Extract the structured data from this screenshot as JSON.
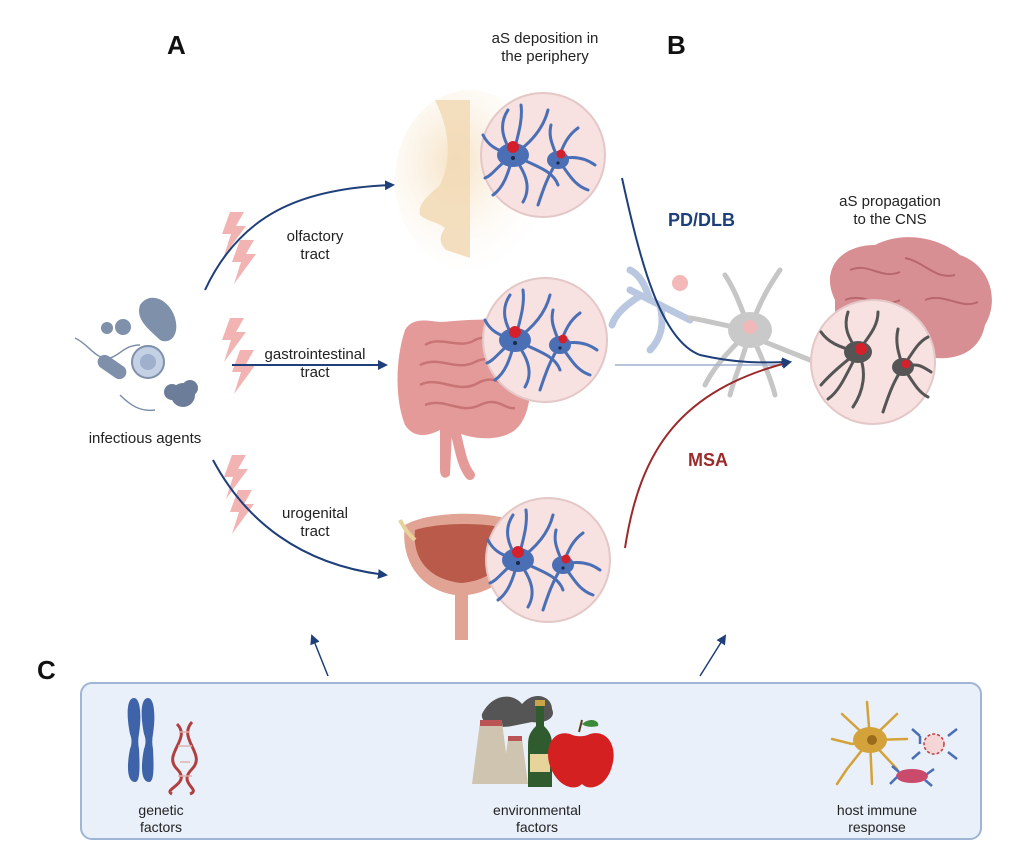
{
  "panels": {
    "a": "A",
    "b": "B",
    "c": "C"
  },
  "header_deposition": [
    "aS deposition in",
    "the periphery"
  ],
  "header_propagation": [
    "aS propagation",
    "to the CNS"
  ],
  "infectious": "infectious agents",
  "tracts": {
    "olfactory": [
      "olfactory",
      "tract"
    ],
    "gastro": [
      "gastrointestinal",
      "tract"
    ],
    "urogenital": [
      "urogenital",
      "tract"
    ]
  },
  "pathways": {
    "pd": "PD/DLB",
    "msa": "MSA"
  },
  "factors": {
    "genetic": [
      "genetic",
      "factors"
    ],
    "environmental": [
      "environmental",
      "factors"
    ],
    "immune": [
      "host immune",
      "response"
    ]
  },
  "colors": {
    "navy": "#1f3f7a",
    "darkred": "#9c2a2a",
    "neuron_blue": "#4a6fb5",
    "circle_fill": "#f7e1e1",
    "lightning": "#f2b3b3",
    "brain": "#d88f94",
    "intestine": "#e59a9a"
  }
}
